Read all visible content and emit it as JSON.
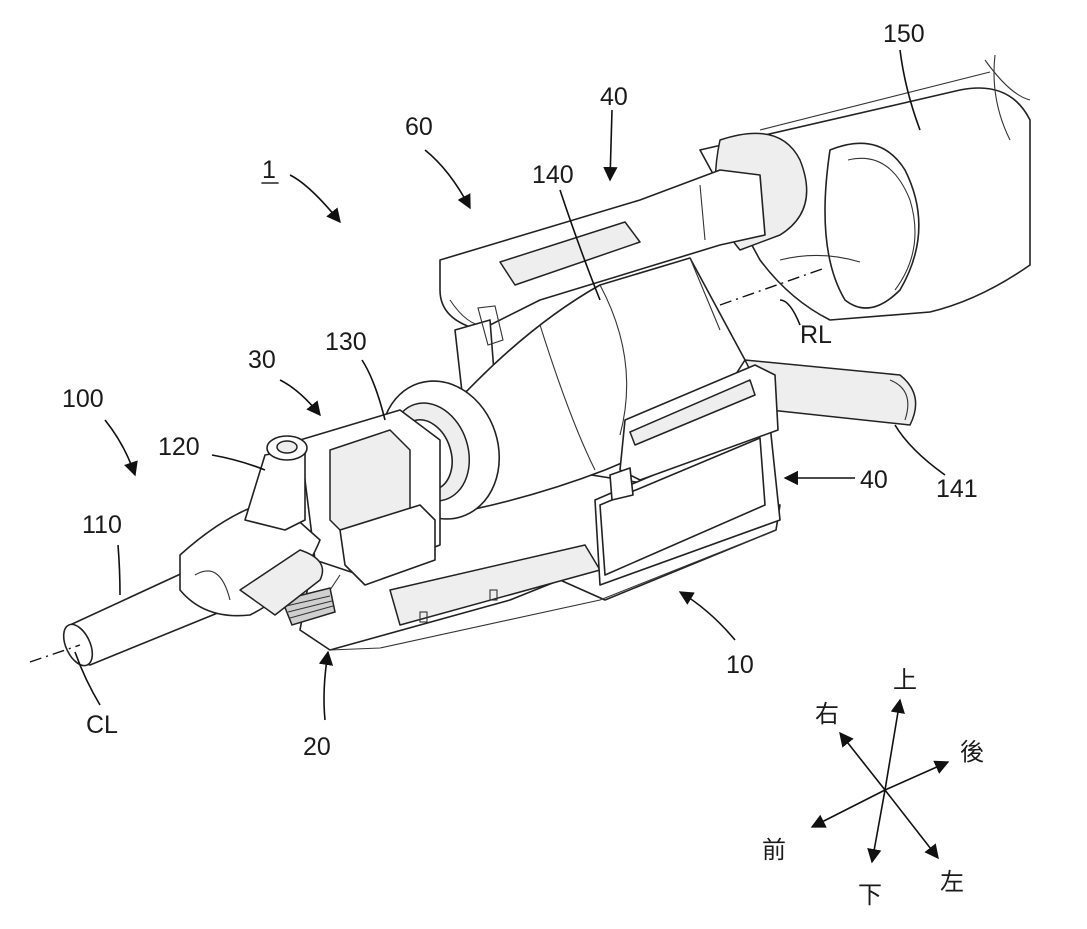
{
  "labels": {
    "assembly": "1",
    "part_150": "150",
    "part_40_top": "40",
    "part_60": "60",
    "part_140": "140",
    "part_rl": "RL",
    "part_30": "30",
    "part_130": "130",
    "part_100": "100",
    "part_120": "120",
    "part_110": "110",
    "part_141": "141",
    "part_40_right": "40",
    "part_10": "10",
    "part_20": "20",
    "part_cl": "CL"
  },
  "directions": {
    "up": "上",
    "down": "下",
    "front": "前",
    "back": "後",
    "left": "左",
    "right": "右"
  }
}
